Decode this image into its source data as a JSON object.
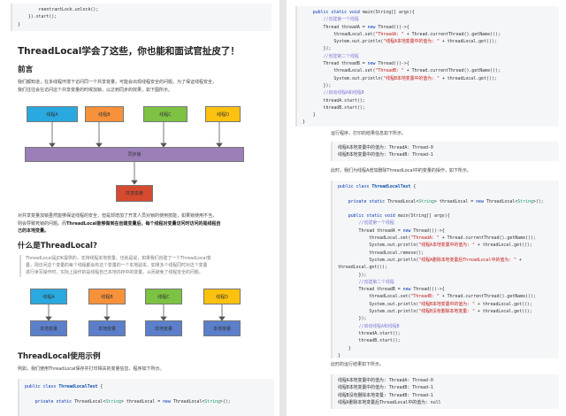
{
  "left": {
    "code_top": [
      "        reentrantLock.unlock();",
      "    }).start();",
      "}"
    ],
    "title": "ThreadLocal学会了这些，你也能和面试官扯皮了！",
    "section1": "前言",
    "para1_lines": [
      "我们都知道，在多线程环境下访问同一个共享变量，可能会出现线程安全的问题，为了保证线程安全，",
      "我们往往会在访问这个共享变量的时候加锁，以达到同步的效果，如下图所示。"
    ],
    "diagram1": {
      "threads": [
        "线程A",
        "线程B",
        "线程C",
        "线程D"
      ],
      "lock": "同步锁",
      "shared": "共享变量"
    },
    "para2_lines": [
      [
        "对共享变量加锁虽然能够保证线程的安全，但是却增加了开发人员对锁的使用技能，如果锁使用不当，",
        ""
      ],
      [
        "则会导致死锁的问题。而",
        "ThreadLocal能够做到在创建变量后，每个线程对变量访问时访问的是线程自"
      ],
      [
        "",
        "己的本地变量。"
      ]
    ],
    "section2": "什么是ThreadLocal?",
    "quote_lines": [
      "ThreadLocal是JDK提供的，支持线程本地变量。也就是说，如果我们创建了一个ThreadLocal变",
      "量，则访问这个变量的每个线程都会有这个变量的一个本地副本。如果多个线程同时对这个变量",
      "进行读写操作时，实际上操作的是线程自己本地内存中的变量，从而避免了线程安全的问题。"
    ],
    "diagram2": {
      "threads": [
        "线程A",
        "线程B",
        "线程C",
        "线程D"
      ],
      "locals": [
        "本地变量",
        "本地变量",
        "本地变量",
        "本地变量"
      ]
    },
    "section3": "ThreadLocal使用示例",
    "para3": "例如，我们使用ThreadLocal保存并打印相关的变量信息，程序如下所示。",
    "code_bottom": [
      "public class ThreadLocalTest {",
      "",
      "    private static ThreadLocal<String> threadLocal = new ThreadLocal<String>();"
    ]
  },
  "right": {
    "code1": [
      "    public static void main(String[] args){",
      "        //创建第一个线程",
      "        Thread threadA = new Thread(()->{",
      "            threadLocal.set(\"ThreadA: \" + Thread.currentThread().getName());",
      "            System.out.println(\"线程A本地变量中的值为: \" + threadLocal.get());",
      "        });",
      "        //创建第二个线程",
      "        Thread threadB = new Thread(()->{",
      "            threadLocal.set(\"ThreadB: \" + Thread.currentThread().getName());",
      "            System.out.println(\"线程B本地变量中的值为: \" + threadLocal.get());",
      "        });",
      "        //启动线程A和线程B",
      "        threadA.start();",
      "        threadB.start();",
      "    }",
      "}"
    ],
    "text1": "运行程序，打印的结果信息如下所示。",
    "output1": [
      "线程A本地变量中的值为: ThreadA: Thread-0",
      "线程B本地变量中的值为: ThreadB: Thread-1"
    ],
    "text2": "此时，我们为线程A增加删除ThreadLocal中的变量的操作，如下所示。",
    "code2": [
      "public class ThreadLocalTest {",
      "",
      "    private static ThreadLocal<String> threadLocal = new ThreadLocal<String>();",
      "",
      "    public static void main(String[] args){",
      "        //创建第一个线程",
      "        Thread threadA = new Thread(()->{",
      "            threadLocal.set(\"ThreadA: \" + Thread.currentThread().getName());",
      "            System.out.println(\"线程A本地变量中的值为: \" + threadLocal.get());",
      "            threadLocal.remove();",
      "            System.out.println(\"线程A删除本地变量后ThreadLocal中的值为: \" +",
      "threadLocal.get());",
      "        });",
      "        //创建第二个线程",
      "        Thread threadB = new Thread(()->{",
      "            threadLocal.set(\"ThreadB: \" + Thread.currentThread().getName());",
      "            System.out.println(\"线程B本地变量中的值为: \" + threadLocal.get());",
      "            System.out.println(\"线程B没有删除本地变量: \" + threadLocal.get());",
      "        });",
      "        //启动线程A和线程B",
      "        threadA.start();",
      "        threadB.start();",
      "    }",
      "}"
    ],
    "text3": "此时的运行结果如下所示。",
    "output2": [
      "线程A本地变量中的值为: ThreadA: Thread-0",
      "线程B本地变量中的值为: ThreadB: Thread-1",
      "线程B没有删除本地变量: ThreadB: Thread-1",
      "线程A删除本地变量后ThreadLocal中的值为: null"
    ]
  },
  "colors": {
    "threadA": "#29a9e0",
    "threadB": "#f7923a",
    "threadC": "#7dc242",
    "threadD": "#fcc20f",
    "lock": "#9a7fb8",
    "shared": "#d64a2f",
    "local": "#5b7fcb"
  }
}
